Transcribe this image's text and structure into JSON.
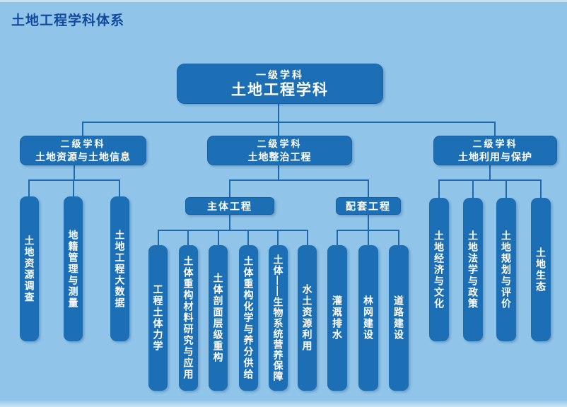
{
  "page_title": "土地工程学科体系",
  "colors": {
    "background": "#90c4e9",
    "node_fill": "#1c6fb5",
    "connector_line": "#1e68ae",
    "title_text": "#144a9d",
    "node_text": "#ffffff"
  },
  "tree": {
    "root": {
      "tag": "一级学科",
      "name": "土地工程学科"
    },
    "branches": [
      {
        "tag": "二级学科",
        "name": "土地资源与土地信息",
        "children": [
          "土地资源调查",
          "地籍管理与测量",
          "土地工程大数据"
        ]
      },
      {
        "tag": "二级学科",
        "name": "土地整治工程",
        "groups": [
          {
            "name": "主体工程",
            "children": [
              "工程土体力学",
              "土体重构材料研究与应用",
              "土体剖面层级重构",
              "土体重构化学与养分供给",
              "土体——生物系统营养保障",
              "水土资源利用"
            ]
          },
          {
            "name": "配套工程",
            "children": [
              "灌溉排水",
              "林网建设",
              "道路建设"
            ]
          }
        ]
      },
      {
        "tag": "二级学科",
        "name": "土地利用与保护",
        "children": [
          "土地经济与文化",
          "土地法学与政策",
          "土地规划与评价",
          "土地生态"
        ]
      }
    ]
  }
}
